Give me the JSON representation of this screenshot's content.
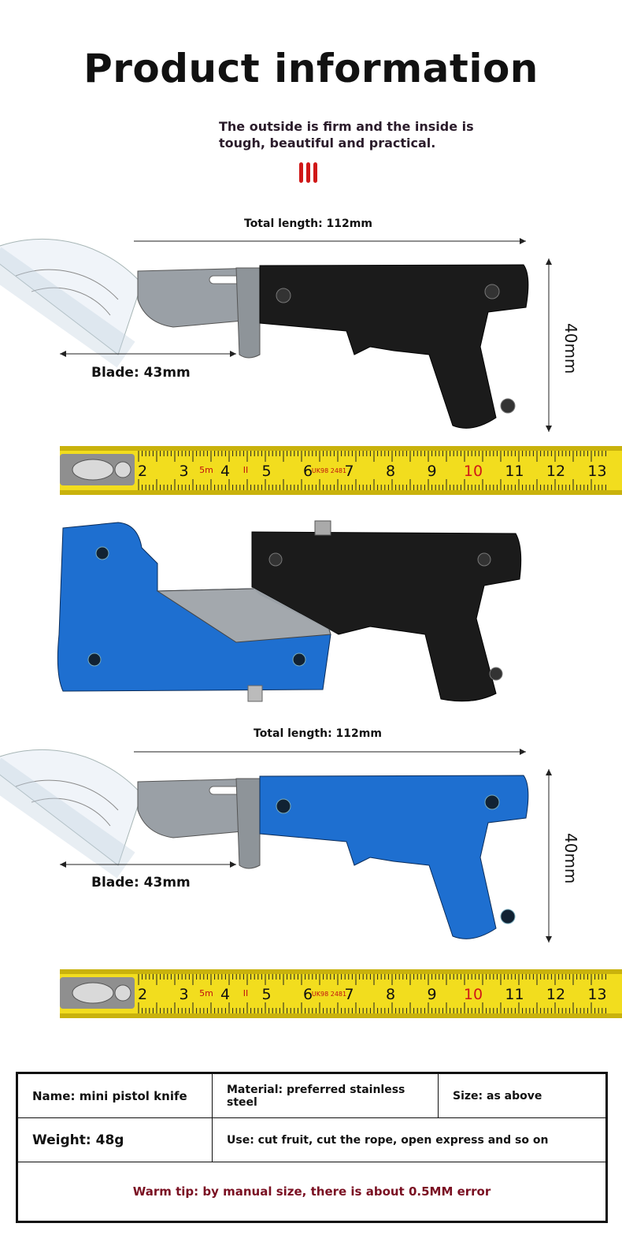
{
  "title": "Product information",
  "subtitle": "The outside is firm and the inside is tough, beautiful and practical.",
  "accent_color": "#d01818",
  "panel1": {
    "total_length": "Total length: 112mm",
    "blade": "Blade: 43mm",
    "height": "40mm",
    "knife_color": "#1b1b1b"
  },
  "panel3": {
    "total_length": "Total length: 112mm",
    "blade": "Blade: 43mm",
    "height": "40mm",
    "knife_color": "#1e6fd0"
  },
  "ruler_numbers": [
    "2",
    "3",
    "4",
    "5",
    "6",
    "7",
    "8",
    "9",
    "10",
    "11",
    "12",
    "13"
  ],
  "ruler_badges": [
    "5m",
    "II",
    "UK98 2481"
  ],
  "specs": {
    "name": "Name: mini pistol knife",
    "material": "Material: preferred stainless steel",
    "size": "Size: as above",
    "weight": "Weight: 48g",
    "use": "Use: cut fruit, cut the rope, open express and so on",
    "tip": "Warm tip: by manual size, there is about 0.5MM error"
  }
}
